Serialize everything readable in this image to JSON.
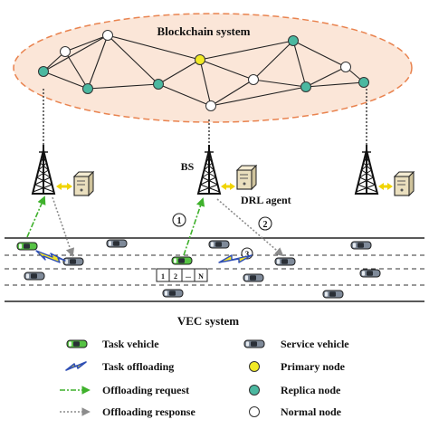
{
  "blockchain": {
    "title": "Blockchain system",
    "node_types": [
      "replica",
      "normal",
      "replica",
      "normal",
      "replica",
      "primary",
      "normal",
      "replica",
      "normal",
      "replica",
      "normal",
      "replica"
    ]
  },
  "labels": {
    "bs": "BS",
    "drl_agent": "DRL agent",
    "vec_system": "VEC system",
    "step_1": "1",
    "step_2": "2",
    "step_3": "3",
    "queue": [
      "1",
      "2",
      "...",
      "N"
    ]
  },
  "legend": {
    "task_vehicle": "Task vehicle",
    "service_vehicle": "Service vehicle",
    "task_offloading": "Task offloading",
    "primary_node": "Primary node",
    "offloading_request": "Offloading request",
    "replica_node": "Replica node",
    "offloading_response": "Offloading response",
    "normal_node": "Normal node"
  },
  "colors": {
    "ellipse_fill": "#fbe6d8",
    "ellipse_stroke": "#e9834f",
    "primary": "#f2ea25",
    "replica": "#4bb8a0",
    "normal": "#ffffff",
    "task_vehicle": "#56c244",
    "service_vehicle": "#7f8a99",
    "request_arrow": "#3fb12c",
    "response_arrow": "#8c8c8c",
    "lightning_blue": "#2f4fb5",
    "lightning_yellow": "#f2e227",
    "server": "#eadfbe"
  }
}
